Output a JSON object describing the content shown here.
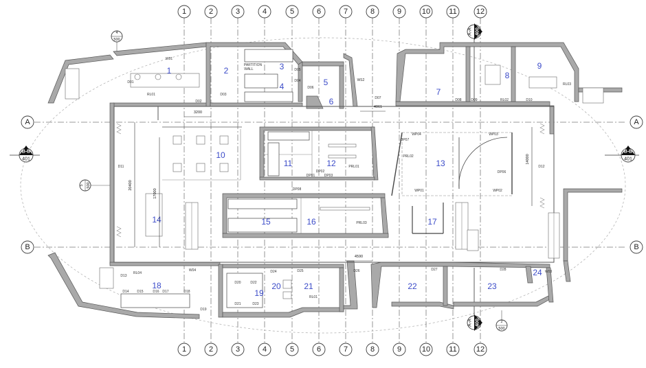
{
  "grid": {
    "columns": [
      "1",
      "2",
      "3",
      "4",
      "5",
      "6",
      "7",
      "8",
      "9",
      "10",
      "11",
      "12"
    ],
    "rows": [
      "A",
      "B"
    ]
  },
  "rooms": [
    "1",
    "2",
    "3",
    "4",
    "5",
    "6",
    "7",
    "8",
    "9",
    "10",
    "11",
    "12",
    "13",
    "14",
    "15",
    "16",
    "17",
    "18",
    "19",
    "20",
    "21",
    "22",
    "23",
    "24"
  ],
  "sections": {
    "aa_top": {
      "name": "A-A",
      "sheet": "400"
    },
    "aa_bottom": {
      "name": "A-A",
      "sheet": "400"
    },
    "bb_left": {
      "name": "B-B",
      "sheet": "401"
    },
    "bb_right": {
      "name": "B-B",
      "sheet": "401"
    }
  },
  "elevations": {
    "top": {
      "num": "4",
      "sheet": "500"
    },
    "left": {
      "num": "5",
      "sheet": "500"
    },
    "bottom": {
      "num": "2",
      "sheet": "500"
    }
  },
  "dimensions": {
    "d3200": "3200",
    "d4061": "4061",
    "d4590": "4590",
    "d20400": "20400",
    "d17000": "17000",
    "d14000": "14000"
  },
  "labels": {
    "partition_wall": "PARTITION",
    "partition_wall2": "WALL",
    "tags_top": [
      "W01",
      "D01",
      "RL01",
      "D02",
      "D03",
      "D04",
      "D05",
      "D06",
      "WS2",
      "D07",
      "D08",
      "D09",
      "RL02",
      "D10",
      "RL03"
    ],
    "tags_mid": [
      "D11",
      "DP01",
      "DP02",
      "DP03",
      "PRL01",
      "WP04",
      "DP07",
      "PRL02",
      "WP03",
      "WP01",
      "WP02",
      "DP06",
      "D12",
      "DP08",
      "PRL03"
    ],
    "tags_bottom": [
      "W04",
      "D13",
      "RL04",
      "D14",
      "D15",
      "D16",
      "D17",
      "D18",
      "D19",
      "D20",
      "D21",
      "D22",
      "D23",
      "D24",
      "D25",
      "RL01",
      "D26",
      "D27",
      "D28",
      "W03"
    ]
  }
}
